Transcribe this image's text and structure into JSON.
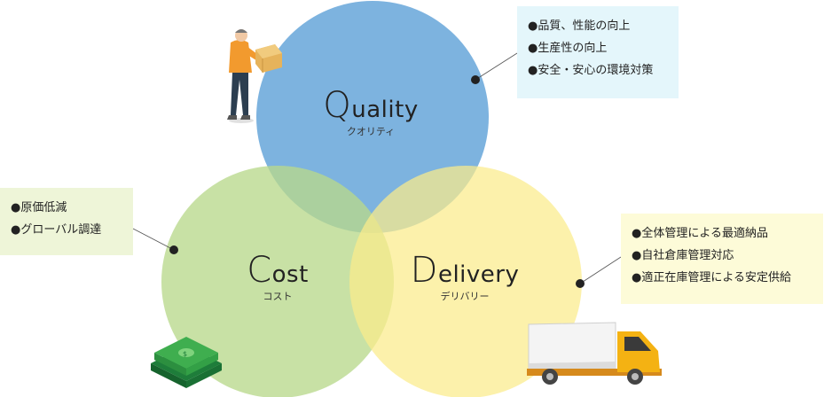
{
  "circles": {
    "quality": {
      "initial": "Q",
      "rest": "uality",
      "sub": "クオリティ",
      "color": "#6fabdc"
    },
    "cost": {
      "initial": "C",
      "rest": "ost",
      "sub": "コスト",
      "color": "#b9d98c"
    },
    "delivery": {
      "initial": "D",
      "rest": "elivery",
      "sub": "デリバリー",
      "color": "#fbec8a"
    }
  },
  "notes": {
    "quality": [
      "品質、性能の向上",
      "生産性の向上",
      "安全・安心の環境対策"
    ],
    "cost": [
      "原価低減",
      "グローバル調達"
    ],
    "delivery": [
      "全体管理による最適納品",
      "自社倉庫管理対応",
      "適正在庫管理による安定供給"
    ]
  },
  "icons": [
    "worker-with-box-icon",
    "money-stack-icon",
    "delivery-truck-icon"
  ],
  "colors": {
    "quality_box_bg": "#e4f6fb",
    "cost_box_bg": "#eef5d8",
    "delivery_box_bg": "#fdfbd8",
    "connector": "#222222"
  }
}
